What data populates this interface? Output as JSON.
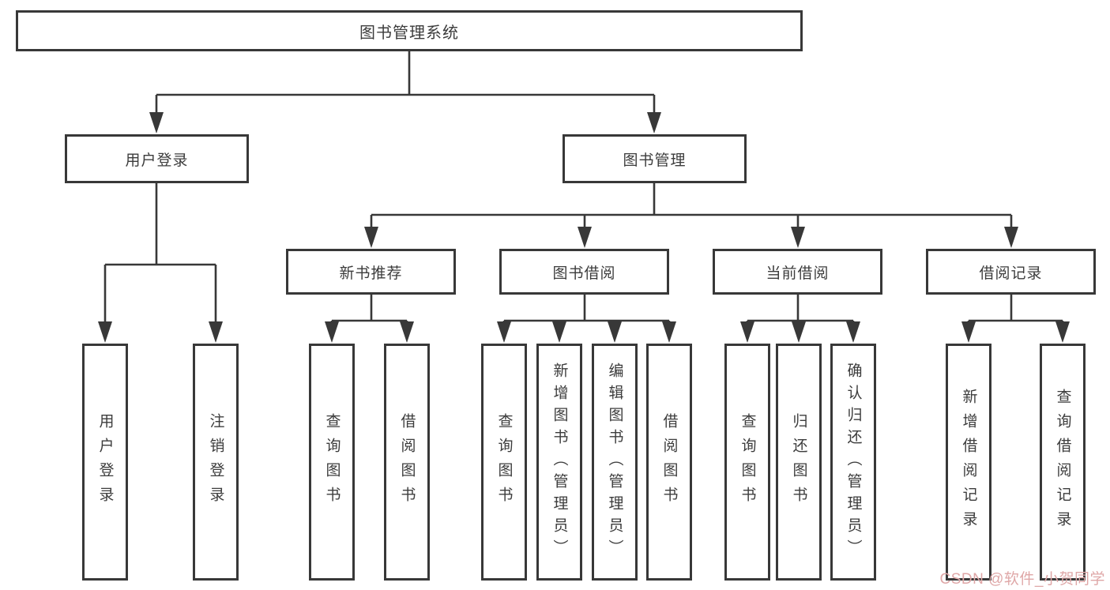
{
  "nodes": {
    "root": "图书管理系统",
    "user_login": "用户登录",
    "book_management": "图书管理",
    "new_book_recommend": "新书推荐",
    "book_borrowing": "图书借阅",
    "current_borrowing": "当前借阅",
    "borrowing_records": "借阅记录",
    "leaf_user_login": "用户登录",
    "leaf_logout": "注销登录",
    "leaf_query_books_1": "查询图书",
    "leaf_borrow_books_1": "借阅图书",
    "leaf_query_books_2": "查询图书",
    "leaf_add_books_admin": "新增图书（管理员）",
    "leaf_edit_books_admin": "编辑图书（管理员）",
    "leaf_borrow_books_2": "借阅图书",
    "leaf_query_books_3": "查询图书",
    "leaf_return_books": "归还图书",
    "leaf_confirm_return_admin": "确认归还（管理员）",
    "leaf_add_borrow_record": "新增借阅记录",
    "leaf_query_borrow_record": "查询借阅记录"
  },
  "watermark": {
    "text": "CSDN @软件_小贺同学",
    "color": "#dfa7a7"
  },
  "colors": {
    "line": "#383838",
    "text": "#3c3c3c",
    "box_background": "#ffffff"
  }
}
